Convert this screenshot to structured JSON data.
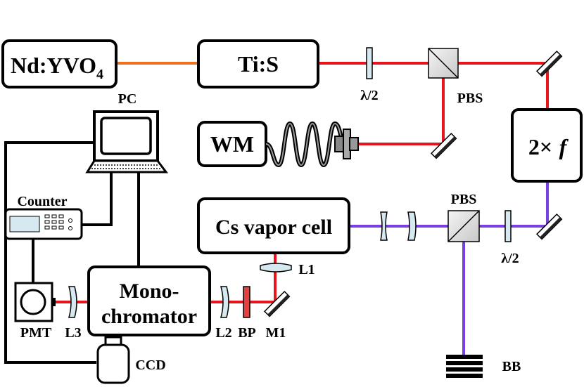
{
  "labels": {
    "pump_laser": "Nd:YVO",
    "pump_laser_sub": "4",
    "ti_sapphire": "Ti:S",
    "half_wave_top": "λ/2",
    "pbs_top": "PBS",
    "wavemeter": "WM",
    "doubler": "2×",
    "doubler_f": "f",
    "pc": "PC",
    "counter": "Counter",
    "vapor_cell": "Cs vapor cell",
    "pbs_bottom": "PBS",
    "half_wave_bottom": "λ/2",
    "mono_line1": "Mono-",
    "mono_line2": "chromator",
    "lens_l1": "L1",
    "lens_l2": "L2",
    "filter_bp": "BP",
    "mirror_m1": "M1",
    "pmt": "PMT",
    "lens_l3": "L3",
    "ccd": "CCD",
    "beam_block": "BB"
  },
  "colors": {
    "pump_beam": "#f07020",
    "red_beam": "#e8141c",
    "violet_beam": "#7a3fe0",
    "cable": "#000000",
    "optic_fill": "#d6e8f0",
    "filter_fill": "#e84040"
  }
}
